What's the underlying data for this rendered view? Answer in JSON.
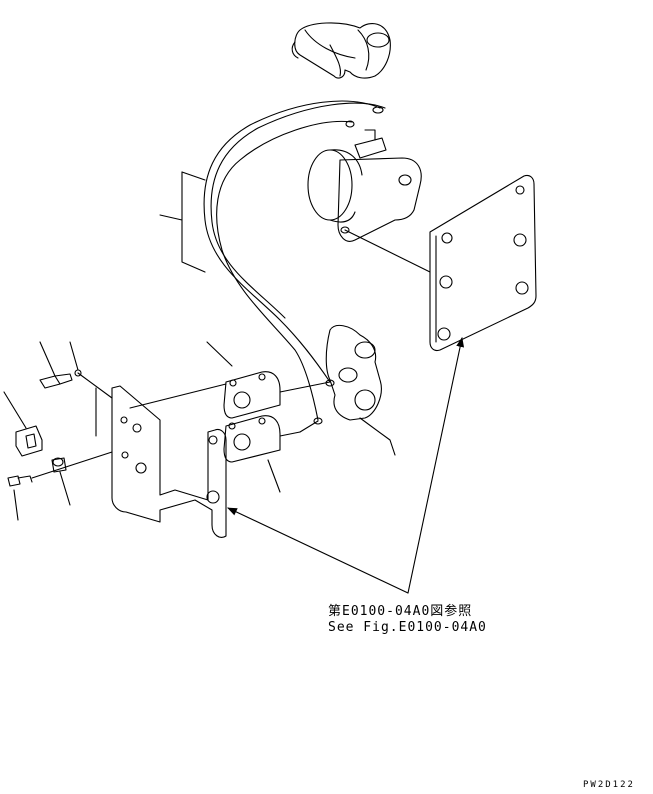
{
  "diagram": {
    "reference_note_jp": "第E0100-04A0図参照",
    "reference_note_en": "See Fig.E0100-04A0",
    "drawing_code": "PW2D122"
  },
  "colors": {
    "line": "#000000",
    "background": "#ffffff"
  }
}
